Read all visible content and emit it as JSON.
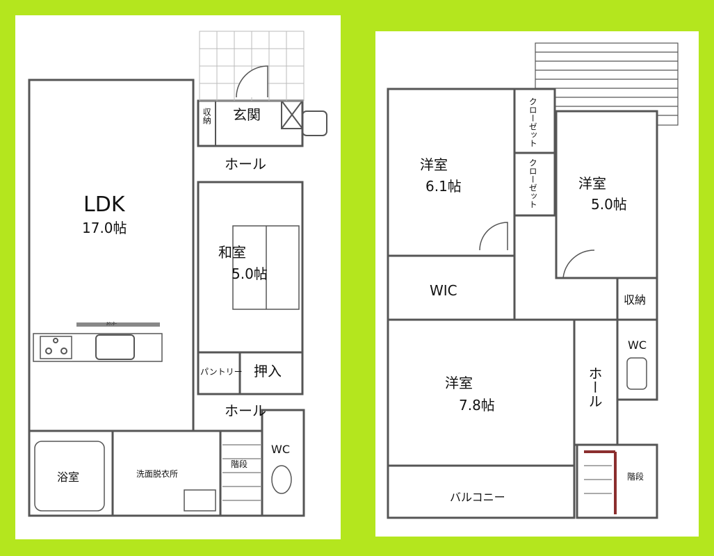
{
  "floor1": {
    "ldk_name": "LDK",
    "ldk_size": "17.0帖",
    "entrance": "玄関",
    "storage_entrance": "収納",
    "hall_upper": "ホール",
    "washitsu_name": "和室",
    "washitsu_size": "5.0帖",
    "pantry": "パントリー",
    "oshiire": "押入",
    "hall_lower": "ホール",
    "bath": "浴室",
    "washroom": "洗面脱衣所",
    "stairs": "階段",
    "wc": "WC",
    "counter": "ｶｳﾝﾀｰ"
  },
  "floor2": {
    "room1_name": "洋室",
    "room1_size": "6.1帖",
    "closet1": "クローゼット",
    "closet2": "クローゼット",
    "room2_name": "洋室",
    "room2_size": "5.0帖",
    "wic": "WIC",
    "storage": "収納",
    "wc": "WC",
    "room3_name": "洋室",
    "room3_size": "7.8帖",
    "hall": "ホール",
    "balcony": "バルコニー",
    "stairs": "階段"
  },
  "colors": {
    "background": "#b4e61e",
    "panel": "#ffffff",
    "wall": "#555555"
  }
}
